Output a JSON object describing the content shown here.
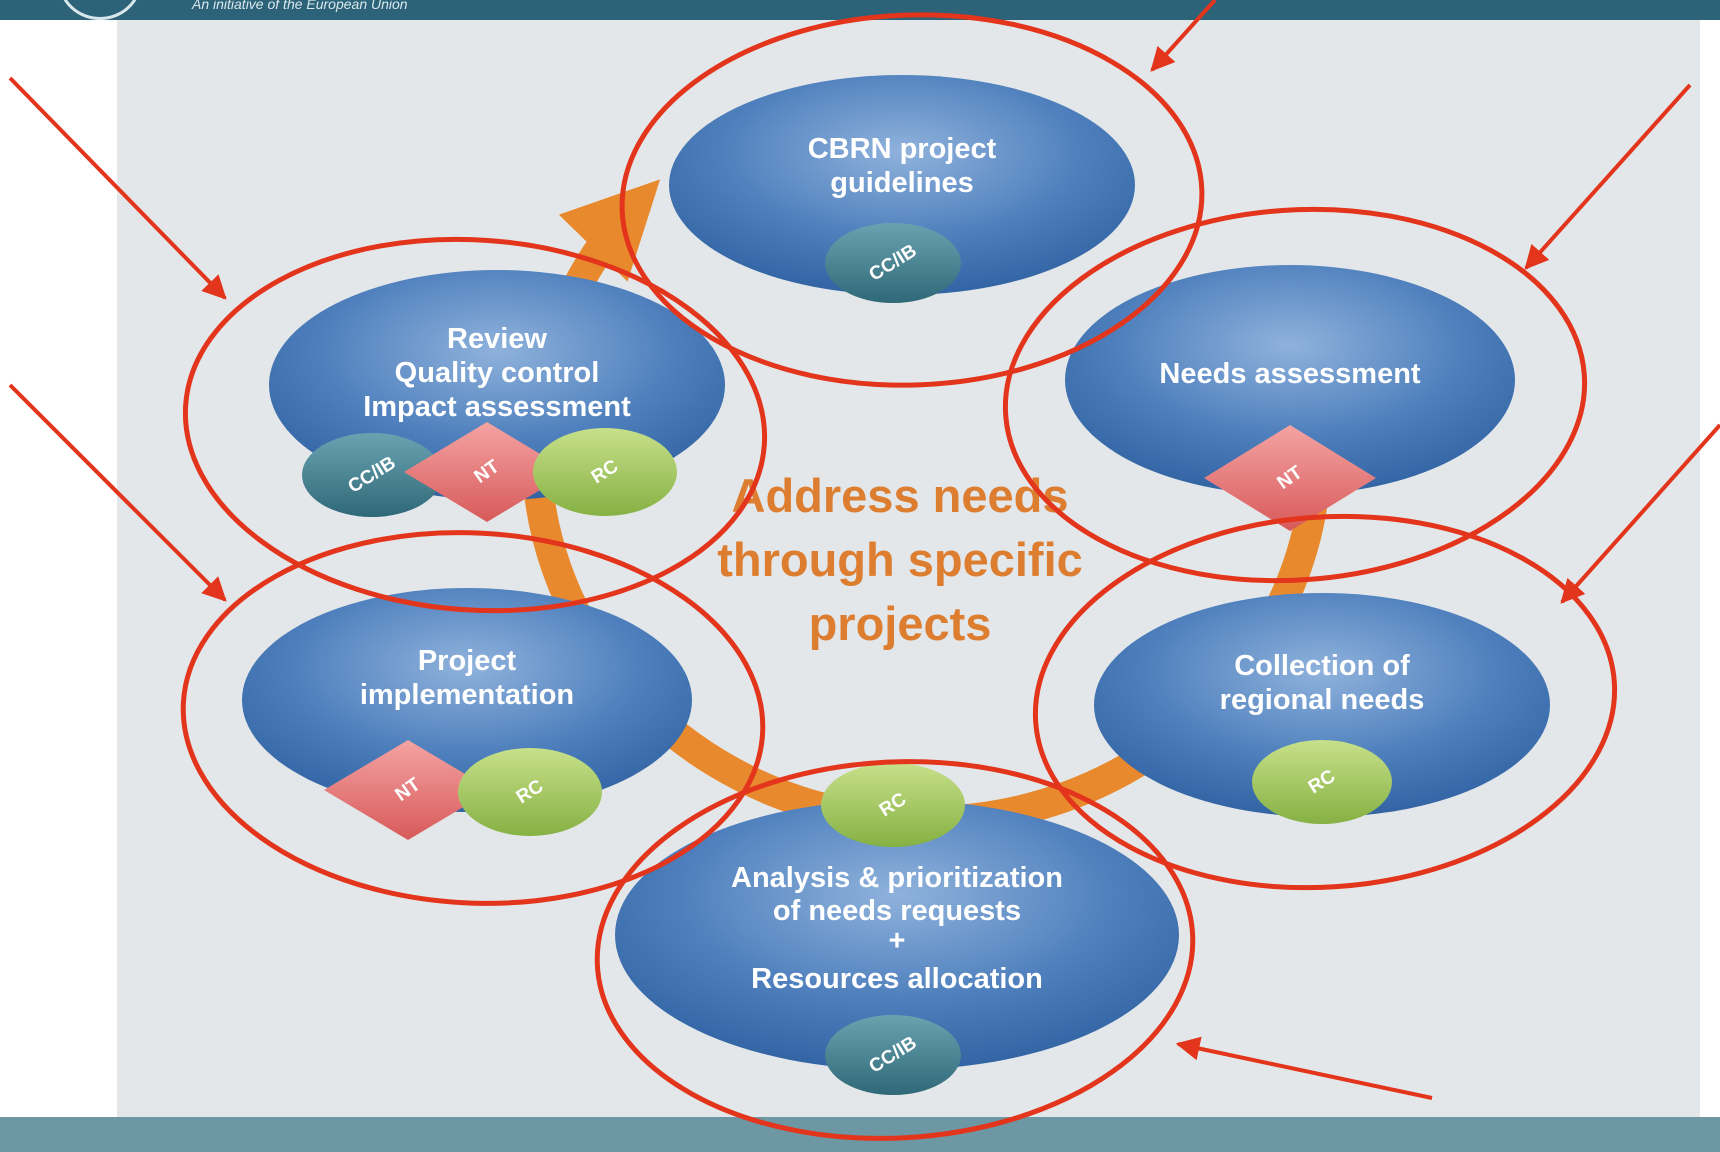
{
  "header": {
    "tagline": "An initiative of the European Union"
  },
  "diagram": {
    "center_lines": [
      "Address needs",
      "through specific",
      "projects"
    ],
    "stages": {
      "guidelines": {
        "lines": [
          "CBRN project",
          "guidelines"
        ]
      },
      "needs_assessment": {
        "lines": [
          "Needs assessment"
        ]
      },
      "regional_needs": {
        "lines": [
          "Collection of",
          "regional needs"
        ]
      },
      "analysis": {
        "lines": [
          "Analysis & prioritization",
          "of needs requests",
          "+",
          "Resources allocation"
        ]
      },
      "implementation": {
        "lines": [
          "Project",
          "implementation"
        ]
      },
      "review": {
        "lines": [
          "Review",
          "Quality control",
          "Impact assessment"
        ]
      }
    },
    "badges": {
      "ccib": "CC/IB",
      "nt": "NT",
      "rc": "RC"
    }
  },
  "colors": {
    "header": "#2c6378",
    "panel": "#e3e7ea",
    "footer": "#6e97a4",
    "cycle_arrow": "#e8892e",
    "stage_blue": "#3d6fae",
    "badge_ccib": "#3f7c8c",
    "badge_nt": "#e26b6b",
    "badge_rc": "#9cc45a",
    "annotation_red": "#e3341c",
    "center_text": "#dd7d30"
  }
}
